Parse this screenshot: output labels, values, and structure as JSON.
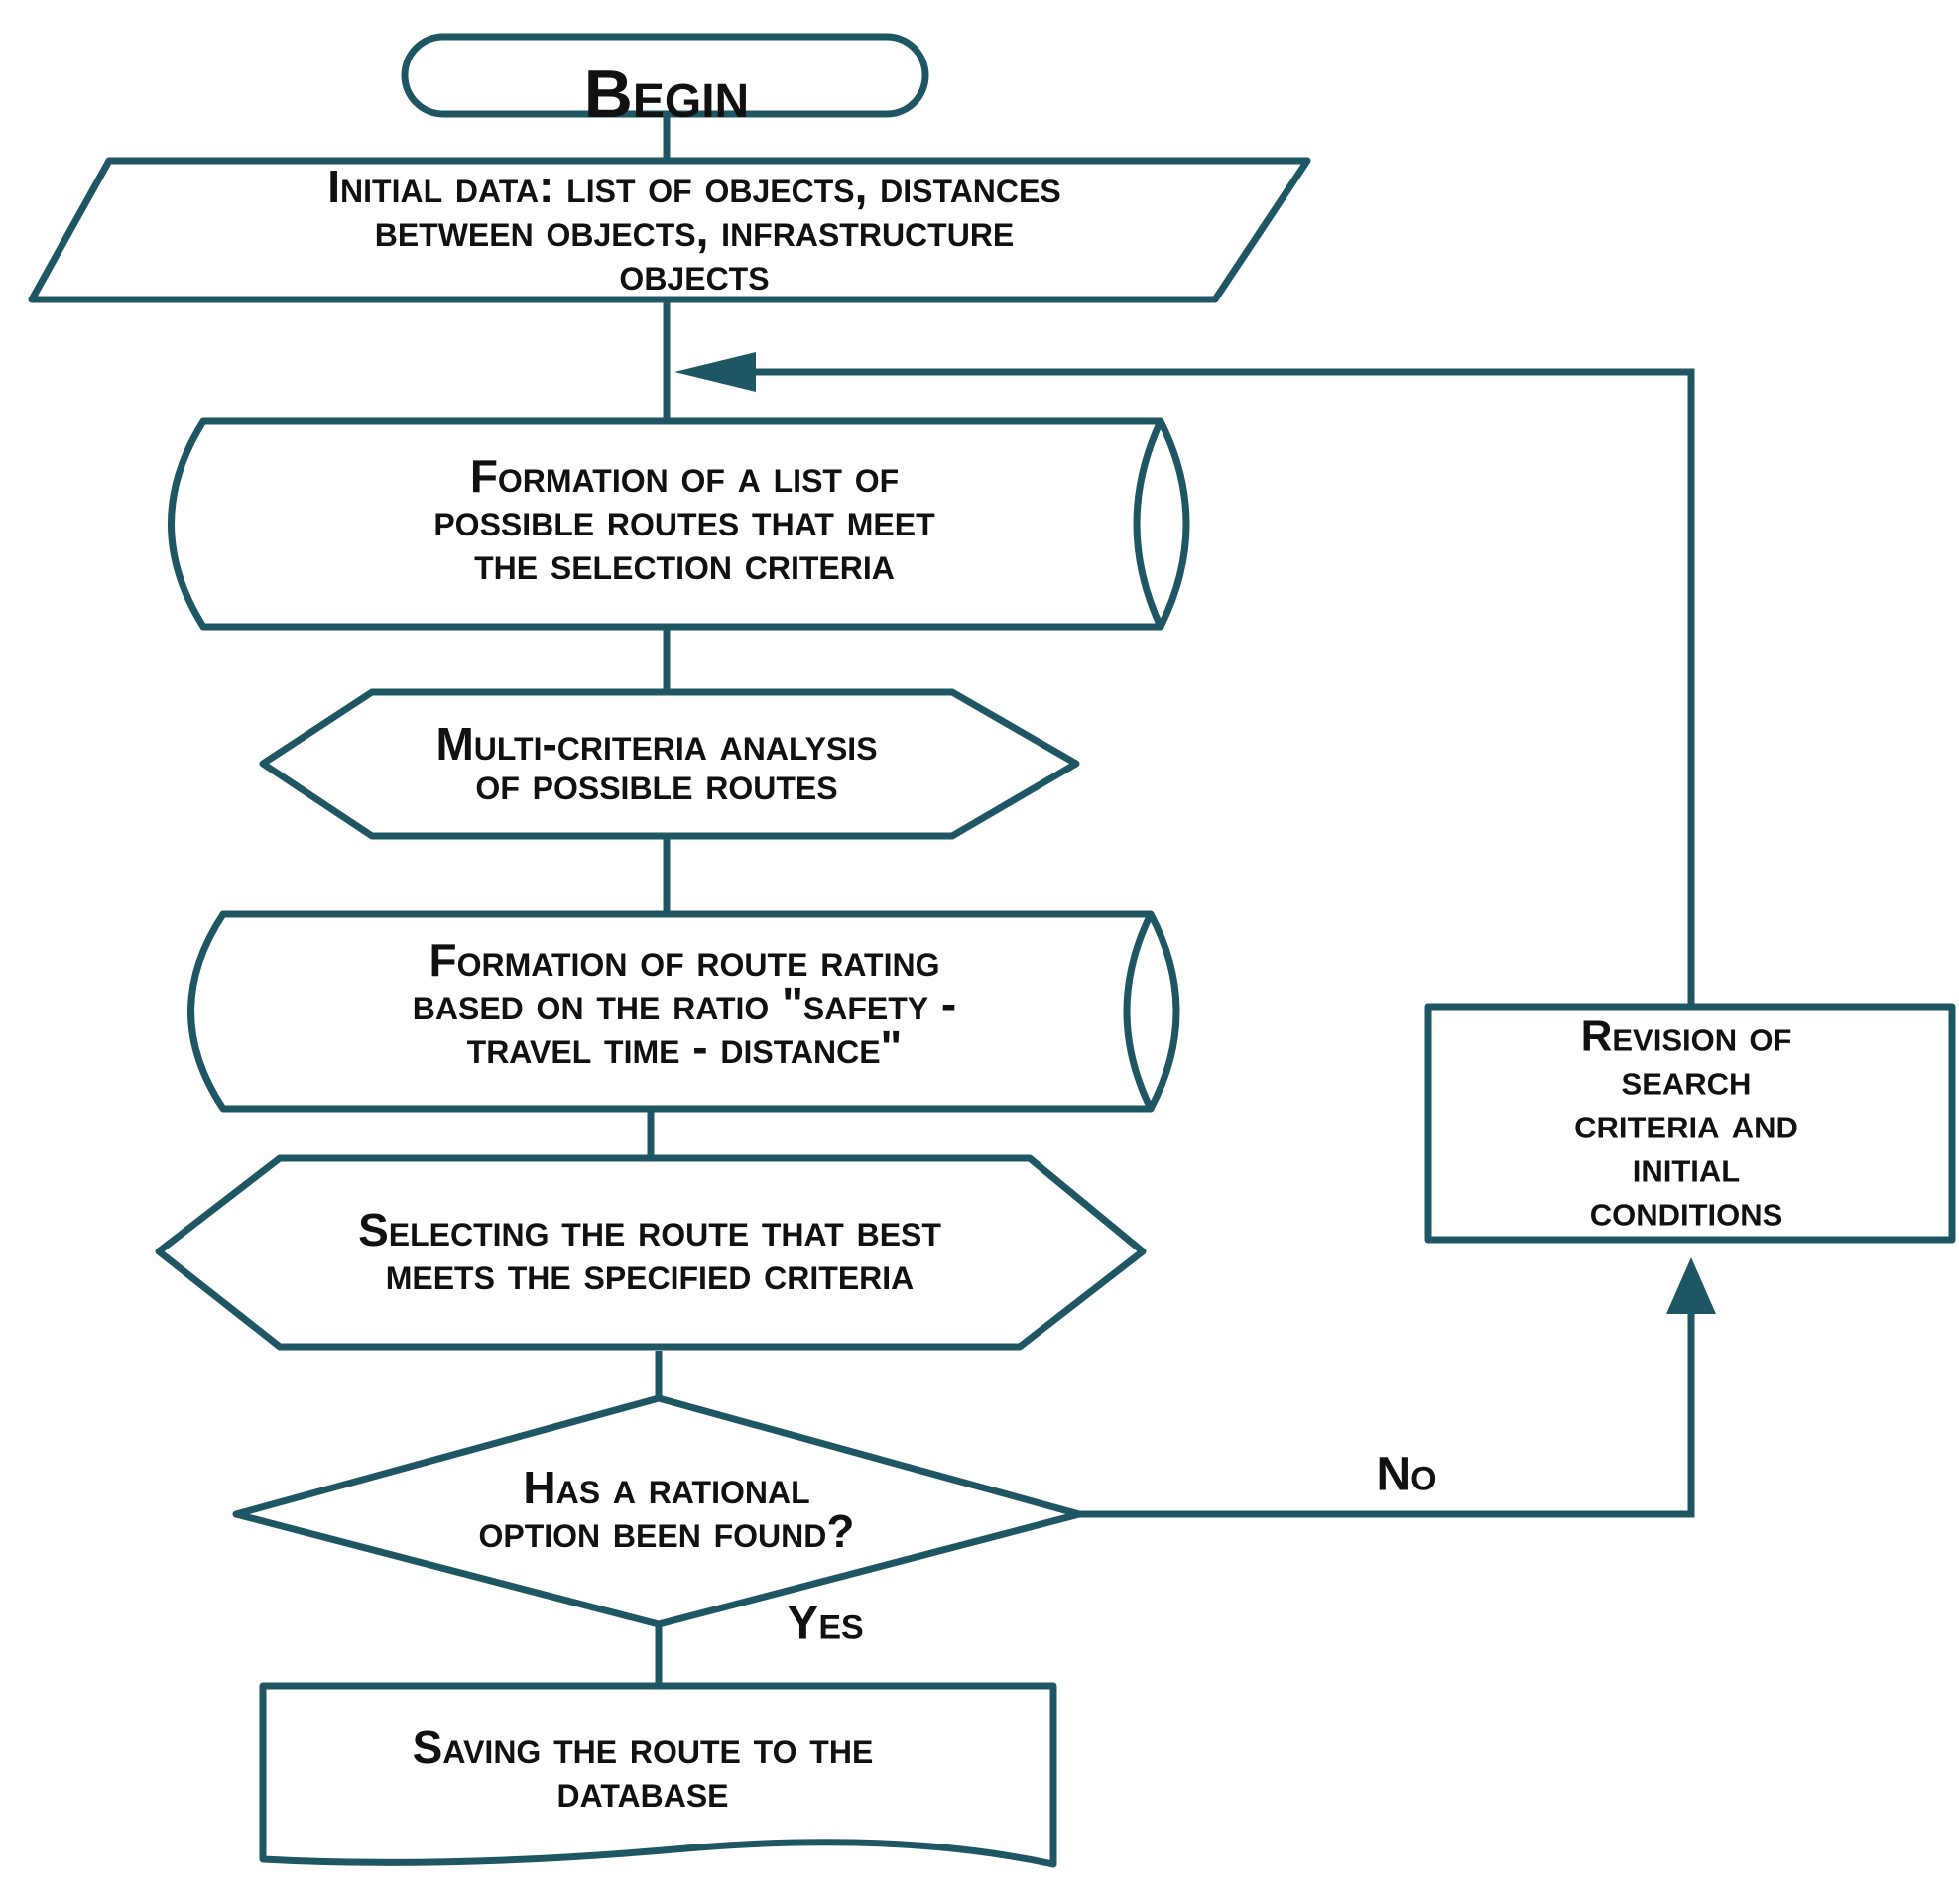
{
  "diagram": {
    "nodes": {
      "begin": {
        "lines": [
          "Begin"
        ]
      },
      "initial_data": {
        "lines": [
          "Initial data: list of objects, distances",
          "between objects, infrastructure",
          "objects"
        ]
      },
      "formation_routes": {
        "lines": [
          "Formation of a list of",
          "possible routes that meet",
          "the selection criteria"
        ]
      },
      "multi_criteria": {
        "lines": [
          "Multi-criteria analysis",
          "of possible routes"
        ]
      },
      "route_rating": {
        "lines": [
          "Formation of route rating",
          "based on the ratio \"safety -",
          "travel time - distance\""
        ]
      },
      "selecting_route": {
        "lines": [
          "Selecting the route that best",
          "meets the specified criteria"
        ]
      },
      "decision": {
        "lines": [
          "Has a rational",
          "option been found?"
        ]
      },
      "saving_route": {
        "lines": [
          "Saving the route to the",
          "database"
        ]
      },
      "revision": {
        "lines": [
          "Revision of",
          "search",
          "criteria and",
          "initial",
          "conditions"
        ]
      }
    },
    "edge_labels": {
      "no": "No",
      "yes": "Yes"
    },
    "colors": {
      "stroke": "#1f5663",
      "fill": "#ffffff",
      "text": "#111111"
    }
  }
}
